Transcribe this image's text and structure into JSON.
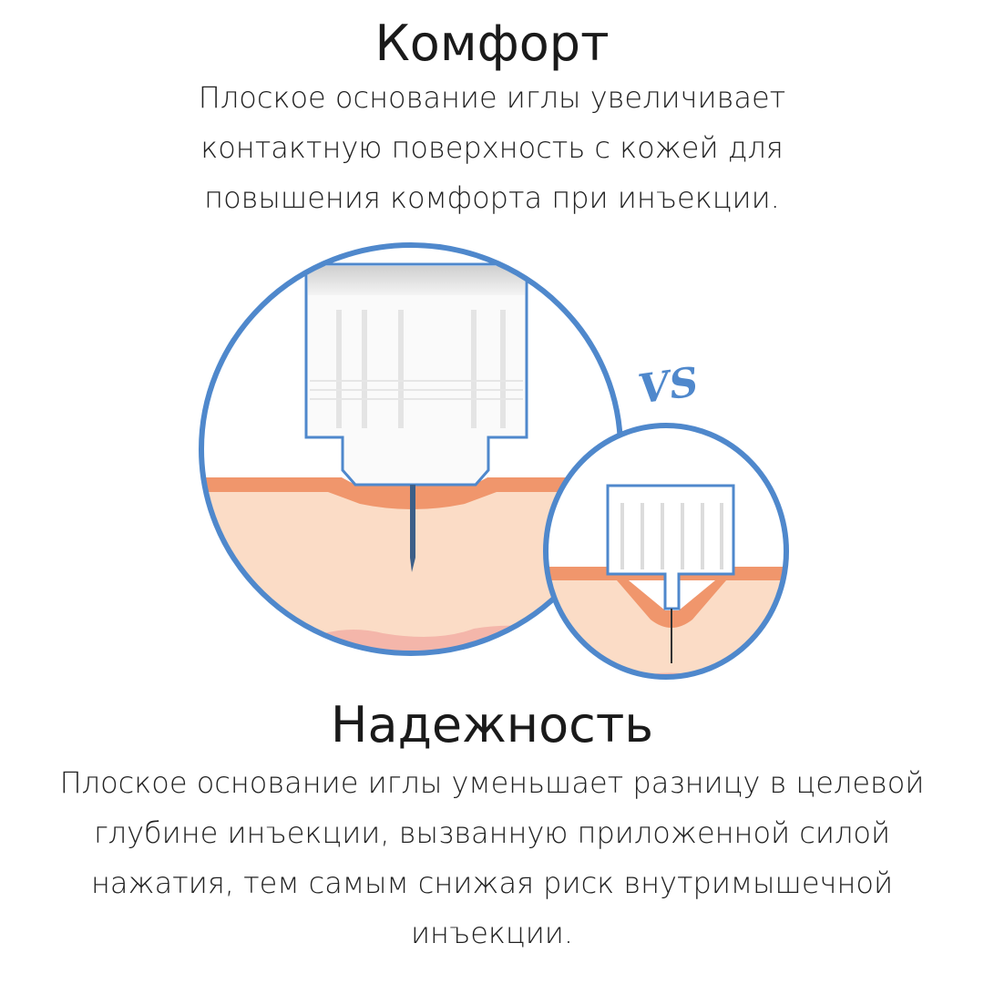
{
  "section1": {
    "title": "Комфорт",
    "lines": [
      "Плоское основание иглы увеличивает",
      "контактную поверхность с кожей для",
      "повышения комфорта при инъекции."
    ]
  },
  "section2": {
    "title": "Надежность",
    "lines": [
      "Плоское основание иглы уменьшает разницу в целевой",
      "глубине инъекции, вызванную приложенной силой",
      "нажатия, тем самым снижая риск внутримышечной",
      "инъекции."
    ]
  },
  "illustration": {
    "vs_label": "VS",
    "colors": {
      "circle": "#4f88cc",
      "skin_line": "#f0966c",
      "skin": "#fbdcc6",
      "deep": "#f4b6aa"
    }
  }
}
